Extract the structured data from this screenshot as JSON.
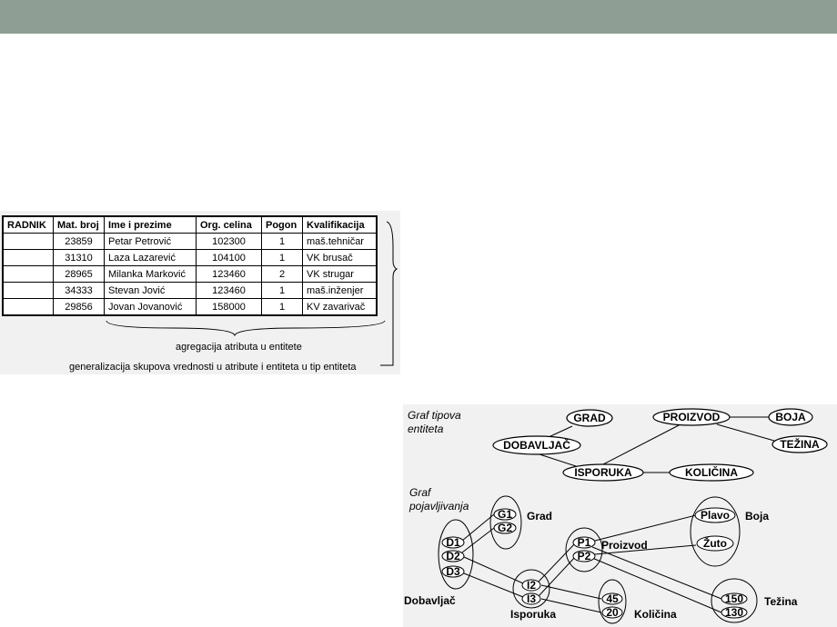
{
  "table": {
    "headers": [
      "RADNIK",
      "Mat. broj",
      "Ime i prezime",
      "Org. celina",
      "Pogon",
      "Kvalifikacija"
    ],
    "rows": [
      [
        "",
        "23859",
        "Petar Petrović",
        "102300",
        "1",
        "maš.tehničar"
      ],
      [
        "",
        "31310",
        "Laza Lazarević",
        "104100",
        "1",
        "VK brusač"
      ],
      [
        "",
        "28965",
        "Milanka Marković",
        "123460",
        "2",
        "VK strugar"
      ],
      [
        "",
        "34333",
        "Stevan Jović",
        "123460",
        "1",
        "maš.inženjer"
      ],
      [
        "",
        "29856",
        "Jovan Jovanović",
        "158000",
        "1",
        "KV zavarivač"
      ]
    ]
  },
  "captions": {
    "aggregation": "agregacija atributa u entitete",
    "generalization": "generalizacija skupova vrednosti u atribute i entiteta u tip entiteta"
  },
  "type_graph": {
    "title_line1": "Graf tipova",
    "title_line2": "entiteta",
    "nodes": {
      "grad": "GRAD",
      "dobavljac": "DOBAVLJAČ",
      "proizvod": "PROIZVOD",
      "boja": "BOJA",
      "tezina": "TEŽINA",
      "isporuka": "ISPORUKA",
      "kolicina": "KOLIČINA"
    }
  },
  "occurrence_graph": {
    "title_line1": "Graf",
    "title_line2": "pojavljivanja",
    "sets": {
      "grad": {
        "label": "Grad",
        "items": [
          "G1",
          "G2"
        ]
      },
      "dobavljac": {
        "label": "Dobavljač",
        "items": [
          "D1",
          "D2",
          "D3"
        ]
      },
      "proizvod": {
        "label": "Proizvod",
        "items": [
          "P1",
          "P2"
        ]
      },
      "boja": {
        "label": "Boja",
        "items": [
          "Plavo",
          "Žuto"
        ]
      },
      "isporuka": {
        "label": "Isporuka",
        "items": [
          "I2",
          "I3"
        ]
      },
      "kolicina": {
        "label": "Količina",
        "items": [
          "45",
          "20"
        ]
      },
      "tezina": {
        "label": "Težina",
        "items": [
          "150",
          "130"
        ]
      }
    }
  }
}
